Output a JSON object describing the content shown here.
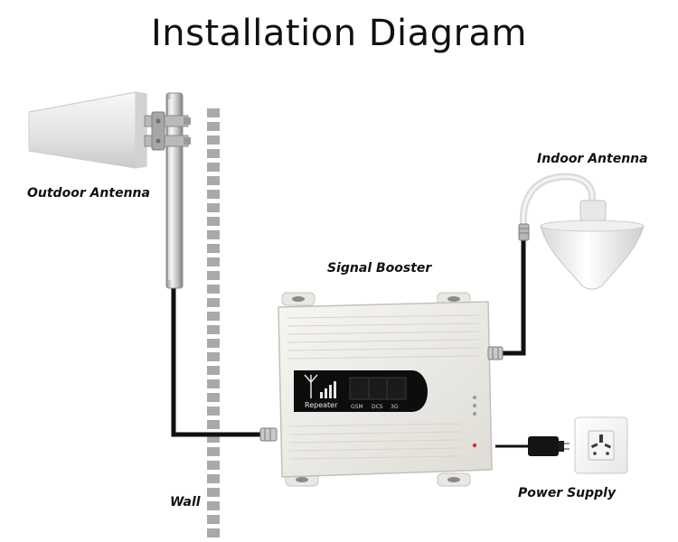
{
  "title": "Installation Diagram",
  "labels": {
    "outdoor_antenna": "Outdoor Antenna",
    "indoor_antenna": "Indoor Antenna",
    "signal_booster": "Signal Booster",
    "wall": "Wall",
    "power_supply": "Power Supply"
  },
  "booster_panel": {
    "brand": "Repeater",
    "bands": [
      "GSM",
      "DCS",
      "3G"
    ]
  },
  "colors": {
    "cable": "#111111",
    "device_body": "#ecebe6",
    "panel": "#0d0d0d",
    "wall_block": "#a9a9a9"
  },
  "icons": [
    "outdoor-antenna-icon",
    "indoor-antenna-icon",
    "signal-bars-icon",
    "power-plug-icon",
    "wall-socket-icon"
  ]
}
